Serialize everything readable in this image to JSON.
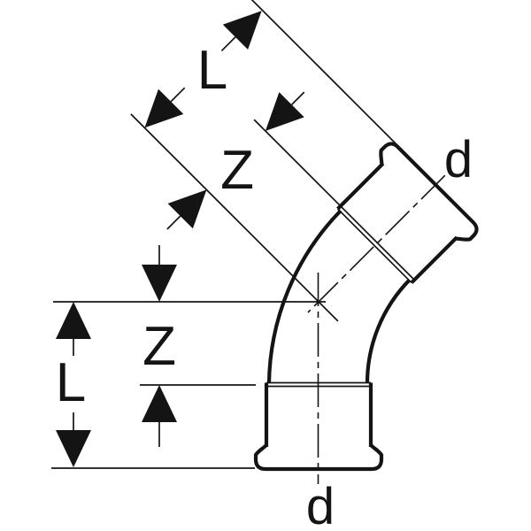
{
  "drawing": {
    "colors": {
      "line": "#141414",
      "background": "#ffffff"
    },
    "labels": {
      "diagonal_overall_length": "L",
      "diagonal_center_to_stop": "Z",
      "vertical_overall_length": "L",
      "vertical_center_to_stop": "Z",
      "top_diameter": "d",
      "bottom_diameter": "d"
    }
  }
}
